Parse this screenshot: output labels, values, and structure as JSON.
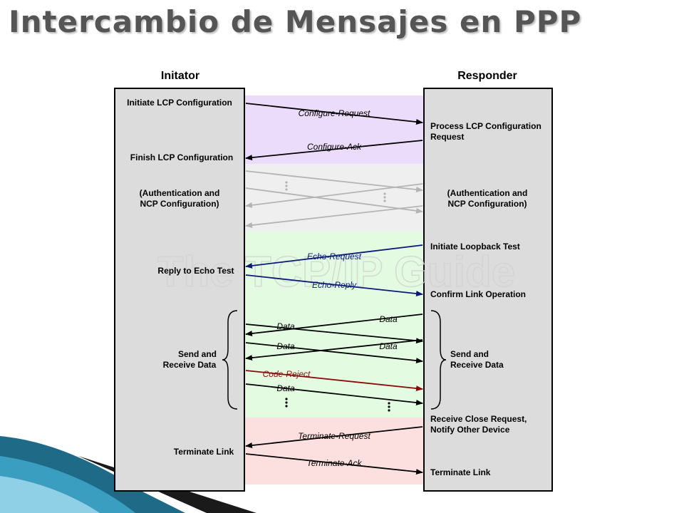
{
  "slide": {
    "title": "Intercambio de Mensajes en PPP"
  },
  "diagram": {
    "initiator_header": "Initator",
    "responder_header": "Responder",
    "watermark": "The TCP/IP Guide",
    "initiator_labels": {
      "initiate_lcp": "Initiate LCP Configuration",
      "finish_lcp": "Finish LCP Configuration",
      "auth_ncp_1": "(Authentication and",
      "auth_ncp_2": "NCP Configuration)",
      "reply_echo": "Reply to Echo Test",
      "send_receive_1": "Send and",
      "send_receive_2": "Receive Data",
      "terminate_link": "Terminate Link"
    },
    "responder_labels": {
      "process_lcp_1": "Process LCP Configuration",
      "process_lcp_2": "Request",
      "auth_ncp_1": "(Authentication and",
      "auth_ncp_2": "NCP Configuration)",
      "initiate_loopback": "Initiate Loopback Test",
      "confirm_link": "Confirm Link Operation",
      "send_receive_1": "Send and",
      "send_receive_2": "Receive Data",
      "close_request_1": "Receive Close Request,",
      "close_request_2": "Notify Other Device",
      "terminate_link": "Terminate Link"
    },
    "messages": {
      "configure_request": "Configure-Request",
      "configure_ack": "Configure-Ack",
      "echo_request": "Echo-Request",
      "echo_reply": "Echo-Reply",
      "data": "Data",
      "code_reject": "Code-Reject",
      "terminate_request": "Terminate-Request",
      "terminate_ack": "Terminate-Ack"
    },
    "colors": {
      "lcp_band": "#ecdcfb",
      "auth_band": "#efefef",
      "link_band": "#e3fbe0",
      "terminate_band": "#fce0e0",
      "column_fill": "#dcdcdc",
      "black_arrow": "#000000",
      "grey_arrow": "#b4b4b4",
      "blue_arrow": "#0a1a7a",
      "red_arrow": "#8a0a0a"
    }
  }
}
